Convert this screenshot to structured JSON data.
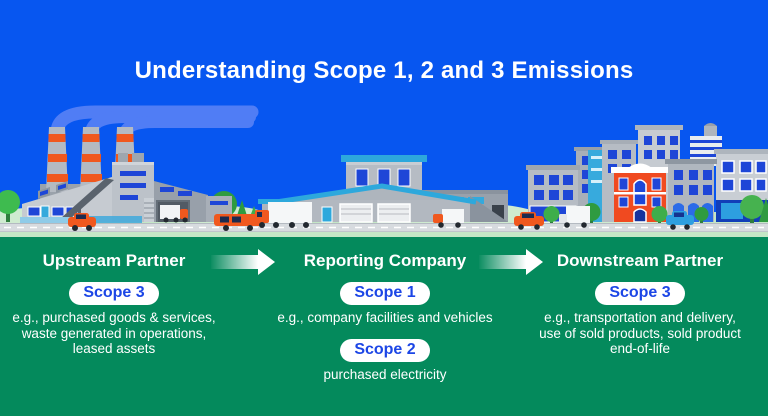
{
  "title": "Understanding Scope 1, 2 and 3 Emissions",
  "columns": [
    {
      "header": "Upstream Partner",
      "sections": [
        {
          "badge": "Scope 3",
          "description": "e.g., purchased goods & services,\nwaste generated in operations,\nleased assets"
        }
      ]
    },
    {
      "header": "Reporting Company",
      "sections": [
        {
          "badge": "Scope 1",
          "description": "e.g., company facilities and vehicles"
        },
        {
          "badge": "Scope 2",
          "description": "purchased electricity"
        }
      ]
    },
    {
      "header": "Downstream Partner",
      "sections": [
        {
          "badge": "Scope 3",
          "description": "e.g., transportation and delivery,\nuse of sold products, sold product\nend-of-life"
        }
      ]
    }
  ],
  "illustration": {
    "description": "Factory with three smokestacks emitting blue smoke, reporting company warehouse, and downstream city skyline connected by a road with trucks and cars"
  },
  "colors": {
    "sky_blue": "#0756F0",
    "ground_green": "#048A5C",
    "badge_text_blue": "#1C46E6",
    "smoke_blue": "#507DF5",
    "light_ground_green": "#C4E7C6",
    "window_blue": "#1E46D7",
    "roof_cyan": "#2DA8DC",
    "vehicle_orange": "#F0581E",
    "text_white": "#FFFFFF"
  }
}
